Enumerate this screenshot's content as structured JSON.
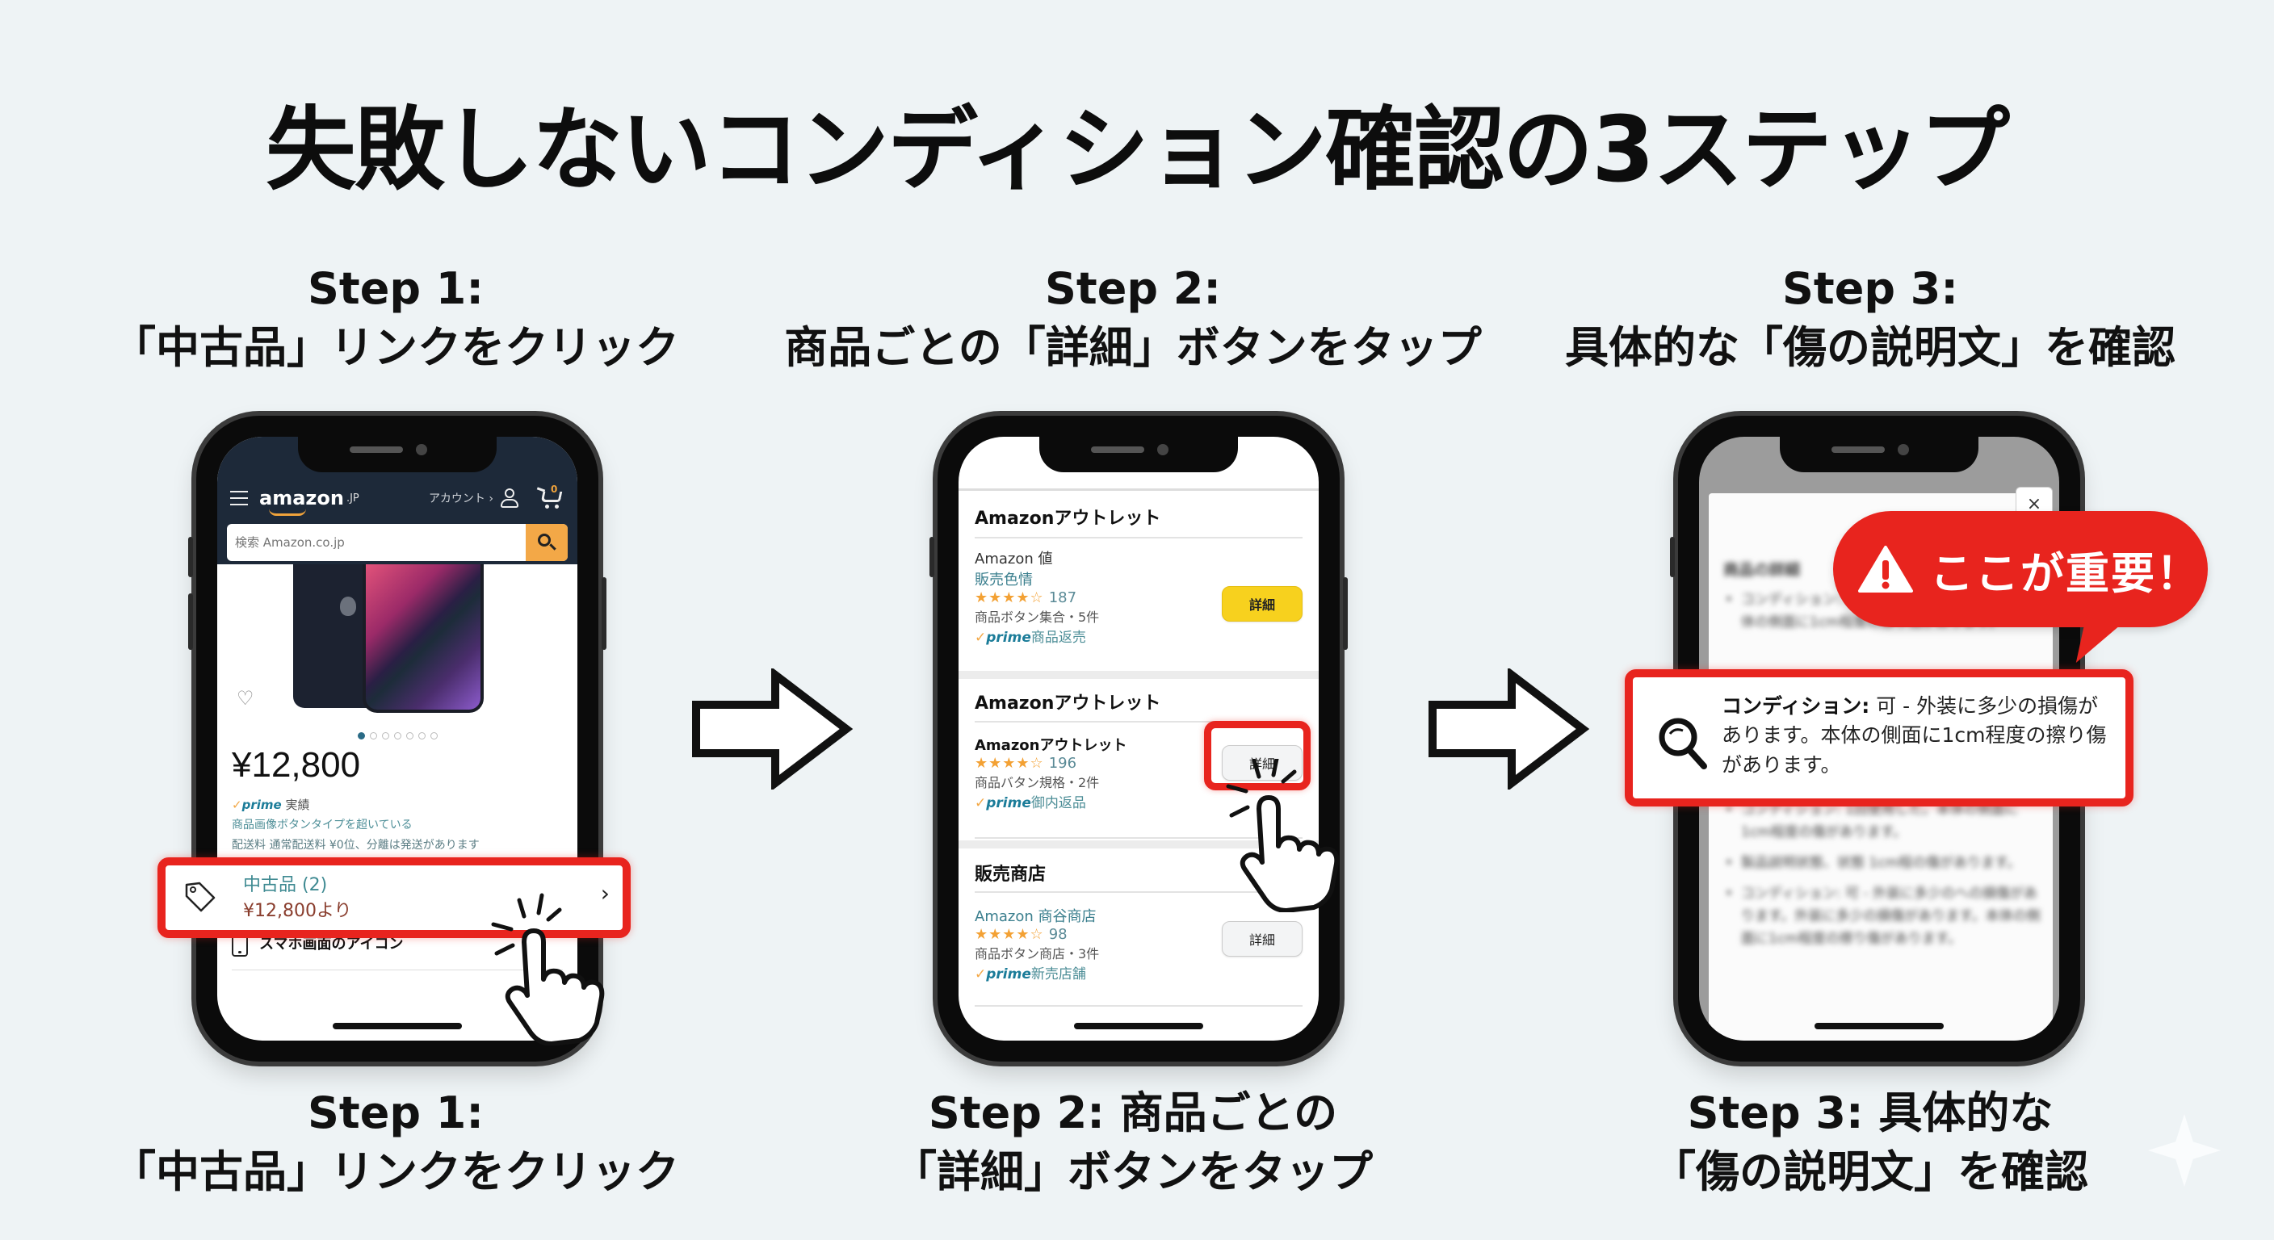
{
  "title": "失敗しないコンディション確認の3ステップ",
  "steps": [
    {
      "top": {
        "line1": "Step 1:",
        "line2": "「中古品」リンクをクリック"
      },
      "bottom": {
        "line1": "Step 1:",
        "line2": "「中古品」リンクをクリック"
      }
    },
    {
      "top": {
        "line1": "Step 2:",
        "line2": "商品ごとの「詳細」ボタンをタップ"
      },
      "bottom": {
        "line1": "Step 2: 商品ごとの",
        "line2": "「詳細」ボタンをタップ"
      }
    },
    {
      "top": {
        "line1": "Step 3:",
        "line2": "具体的な「傷の説明文」を確認"
      },
      "bottom": {
        "line1": "Step 3: 具体的な",
        "line2": "「傷の説明文」を確認"
      }
    }
  ],
  "phone1": {
    "header": {
      "logo": "amazon",
      "tld": ".JP",
      "signin": "アカウント ›",
      "cart_count": "0",
      "search_placeholder": "検索 Amazon.co.jp"
    },
    "carousel_dots": 7,
    "price": "¥12,800",
    "prime_check": "✓",
    "prime_word": "prime",
    "prime_suffix": "実績",
    "teal_line": "商品画像ボタンタイプを超いている",
    "gray_line": "配送料 通常配送料 ¥0位、分離は発送があります",
    "used": {
      "label": "中古品 (2)",
      "price": "¥12,800より",
      "chevron": "›"
    },
    "phone_row": "スマホ画面のアイコン"
  },
  "phone2": {
    "sections": [
      {
        "title": "Amazonアウトレット",
        "seller": "Amazon 値",
        "seller_sub": "販売色情",
        "stars": "★★★★☆",
        "rating_count": "187",
        "info": "商品ボタン集合・5件",
        "prime_rest": "商品返売",
        "button": "詳細"
      },
      {
        "title": "Amazonアウトレット",
        "seller": "Amazonアウトレット",
        "stars": "★★★★☆",
        "rating_count": "196",
        "info": "商品バタン規格・2件",
        "prime_rest": "御内返品",
        "button": "詳細"
      },
      {
        "title": "販売商店",
        "seller": "Amazon 商谷商店",
        "stars": "★★★★☆",
        "rating_count": "98",
        "info": "商品ボタン商店・3件",
        "prime_rest": "新売店舗",
        "button": "詳細"
      }
    ]
  },
  "phone3": {
    "close": "×",
    "blurred_title": "商品の詳細",
    "blurred_items": [
      "コンディション: 中古品。外装の状態、傷など本体の側面に1cm程度の擦り傷があります。",
      "コンディション: 1回使用した。本体の側面に1cm程度の傷があります。",
      "製品説明状態、状態 1cm程の傷があります。",
      "コンディション: 可 - 外装に多少のへの損傷があります。外装に多少の損傷があります。本体の側面に1cm程度の擦り傷があります。"
    ],
    "warning": "ここが重要！",
    "condition_label": "コンディション:",
    "condition_text": " 可 - 外装に多少の損傷があります。本体の側面に1cm程度の擦り傷があります。"
  },
  "colors": {
    "background": "#eef3f5",
    "highlight_red": "#e8241e",
    "amazon_header": "#1d2939",
    "amazon_orange": "#f3a847",
    "detail_yellow": "#f7d11e",
    "teal_link": "#3b7f8e"
  }
}
